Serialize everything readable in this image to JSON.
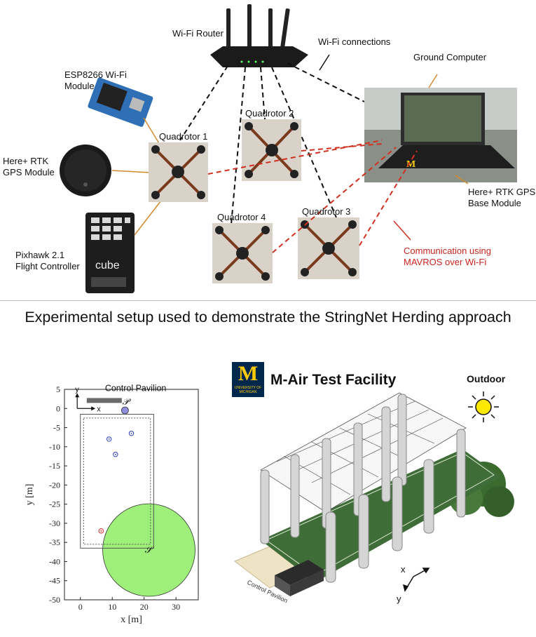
{
  "top": {
    "router_label": "Wi-Fi Router",
    "wifi_connections_label": "Wi-Fi connections",
    "ground_computer_label": "Ground Computer",
    "esp_label_line1": "ESP8266 Wi-Fi",
    "esp_label_line2": "Module",
    "rtk_label_line1": "Here+ RTK",
    "rtk_label_line2": "GPS Module",
    "pixhawk_label_line1": "Pixhawk 2.1",
    "pixhawk_label_line2": "Flight Controller",
    "pixhawk_brand": "cube",
    "base_label_line1": "Here+ RTK GPS",
    "base_label_line2": "Base Module",
    "mavros_label_line1": "Communication using",
    "mavros_label_line2": "MAVROS over Wi-Fi",
    "quadrotors": [
      "Quadrotor 1",
      "Quadrotor 2",
      "Quadrotor 3",
      "Quadrotor 4"
    ],
    "laptop_brand": "M"
  },
  "caption": "Experimental setup used to demonstrate the StringNet Herding approach",
  "chart_data": {
    "type": "scatter",
    "title": "Control Pavilion",
    "xlabel": "x [m]",
    "ylabel": "y [m]",
    "xlim": [
      -5,
      37
    ],
    "ylim": [
      -50,
      5
    ],
    "xticks": [
      0,
      10,
      20,
      30
    ],
    "yticks": [
      5,
      0,
      -5,
      -10,
      -15,
      -20,
      -25,
      -30,
      -35,
      -40,
      -45,
      -50
    ],
    "frame_axis_x": "x",
    "frame_axis_y": "y",
    "pavilion_bar": {
      "x": [
        2,
        13
      ],
      "y": 2
    },
    "protected_point": {
      "label": "𝒫",
      "x": 14,
      "y": -0.5
    },
    "safe_area": {
      "label": "𝒮",
      "center": [
        21.5,
        -37
      ],
      "radius": 14.5
    },
    "outer_rect": {
      "x": [
        0,
        23
      ],
      "y": [
        -36.5,
        -1.5
      ]
    },
    "inner_rect": {
      "x": [
        1,
        22
      ],
      "y": [
        -35.5,
        -2.5
      ]
    },
    "blue_points": [
      {
        "x": 9,
        "y": -8
      },
      {
        "x": 11,
        "y": -12
      },
      {
        "x": 16,
        "y": -6.5
      }
    ],
    "red_points": [
      {
        "x": 6.5,
        "y": -32
      }
    ]
  },
  "facility": {
    "title": "M-Air Test Facility",
    "outdoor_label": "Outdoor",
    "control_pavilion_label": "Control Pavilion",
    "axis_x": "x",
    "axis_y": "y",
    "logo_m": "M",
    "logo_line1": "UNIVERSITY OF",
    "logo_line2": "MICHIGAN"
  },
  "colors": {
    "red_dashed": "#d2301f",
    "safe_area": "#9ef07a",
    "um_blue": "#00274c",
    "um_maize": "#ffcb05",
    "grass": "#3f6d38",
    "sun": "#ffe800"
  }
}
